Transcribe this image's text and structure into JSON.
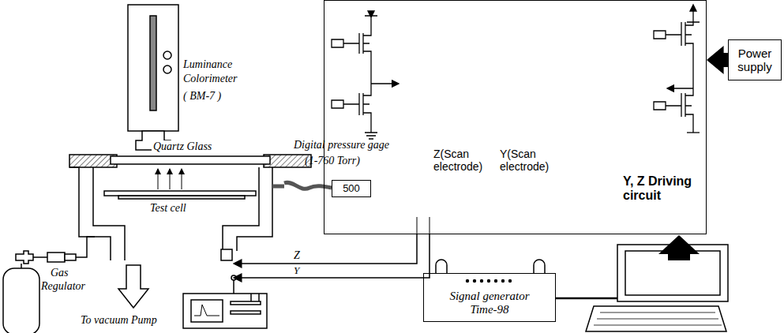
{
  "diagram": {
    "nodes": [
      {
        "text": [
          "Z(Scan electrode)",
          "Y(Scan electrode)",
          "Y, Z Driving circuit"
        ]
      },
      {
        "text": [
          "Power supply"
        ]
      },
      {
        "text": [
          "500"
        ]
      },
      {
        "text": [
          "Signal generator",
          "Time-98"
        ]
      }
    ],
    "edges": [
      {
        "from": 1,
        "to": 0,
        "arrow": "to"
      }
    ],
    "labels": [
      "Luminance",
      "Colorimeter",
      "( BM-7 )",
      "Quartz Glass",
      "Test cell",
      "Digital pressure gage",
      "(1-760 Torr)",
      "Gas",
      "Regulator",
      "To vacuum Pump",
      "Z",
      "Y"
    ]
  }
}
